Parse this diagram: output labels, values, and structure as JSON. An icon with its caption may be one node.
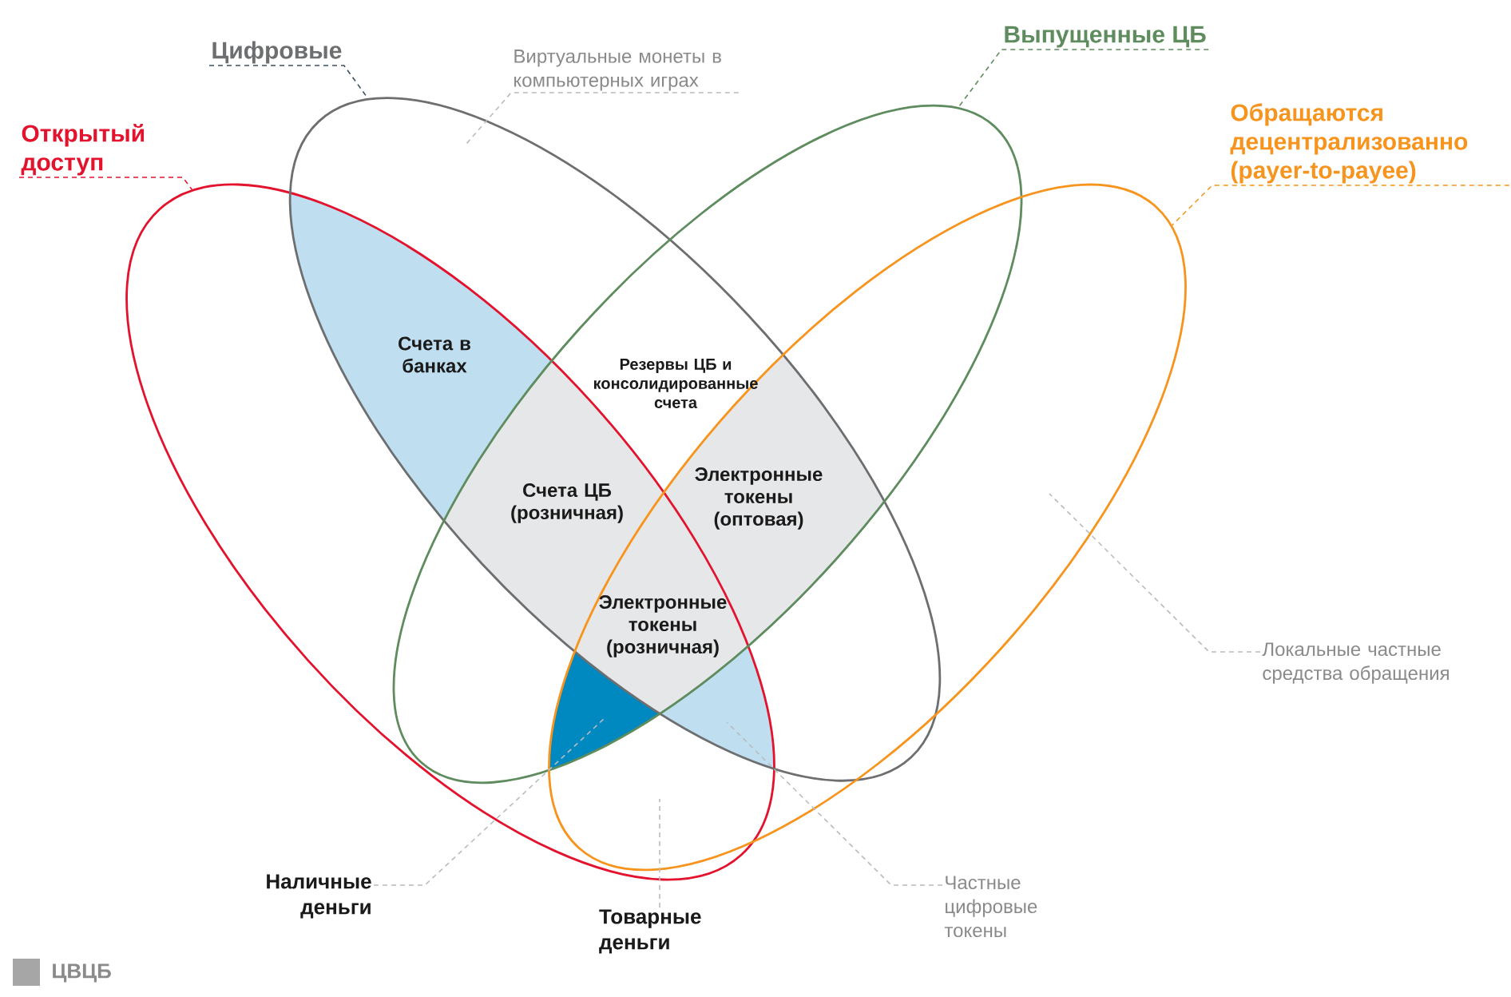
{
  "diagram": {
    "nodes": [
      {
        "text": [
          "Цифровые"
        ]
      },
      {
        "text": [
          "Виртуальные монеты в компьютерных играх"
        ]
      },
      {
        "text": [
          "Выпущенные ЦБ"
        ]
      },
      {
        "text": [
          "Обращаются децентрализованно (payer-to-payee)"
        ]
      },
      {
        "text": [
          "Открытый доступ"
        ]
      },
      {
        "text": [
          "Локальные частные средства обращения"
        ]
      },
      {
        "text": [
          "Наличные деньги"
        ]
      },
      {
        "text": [
          "Товарные деньги"
        ]
      },
      {
        "text": [
          "Частные цифровые токены"
        ]
      },
      {
        "text": [],
        "shape": "ellipse"
      },
      {
        "text": [],
        "shape": "ellipse"
      },
      {
        "text": [],
        "shape": "ellipse"
      },
      {
        "text": [],
        "shape": "ellipse"
      }
    ],
    "edges": [
      {
        "from": 0,
        "to": 10,
        "arrow": "none",
        "style": "dashed",
        "color": "#3c5060"
      },
      {
        "from": 1,
        "to": 10,
        "arrow": "none",
        "style": "dashed"
      },
      {
        "from": 2,
        "to": 11,
        "arrow": "none",
        "style": "dashed",
        "color": "#5e8c5e"
      },
      {
        "from": 3,
        "to": 12,
        "arrow": "none",
        "style": "dashed",
        "color": "#f7941d"
      },
      {
        "from": 4,
        "to": 9,
        "arrow": "none",
        "style": "dashed",
        "color": "#e3132e"
      },
      {
        "from": 5,
        "to": 12,
        "arrow": "none",
        "style": "dashed"
      },
      {
        "from": 6,
        "to": 11,
        "arrow": "none",
        "style": "dashed"
      },
      {
        "from": 7,
        "to": 12,
        "arrow": "none",
        "style": "dashed"
      },
      {
        "from": 8,
        "to": 12,
        "arrow": "none",
        "style": "dashed"
      }
    ],
    "labels": [
      "Счета в банках",
      "Резервы ЦБ и консолидированные счета",
      "Счета ЦБ (розничная)",
      "Электронные токены (оптовая)",
      "Электронные токены (розничная)"
    ],
    "legend": [
      {
        "text": "ЦВЦБ",
        "color": "#a6a6a6"
      }
    ]
  }
}
